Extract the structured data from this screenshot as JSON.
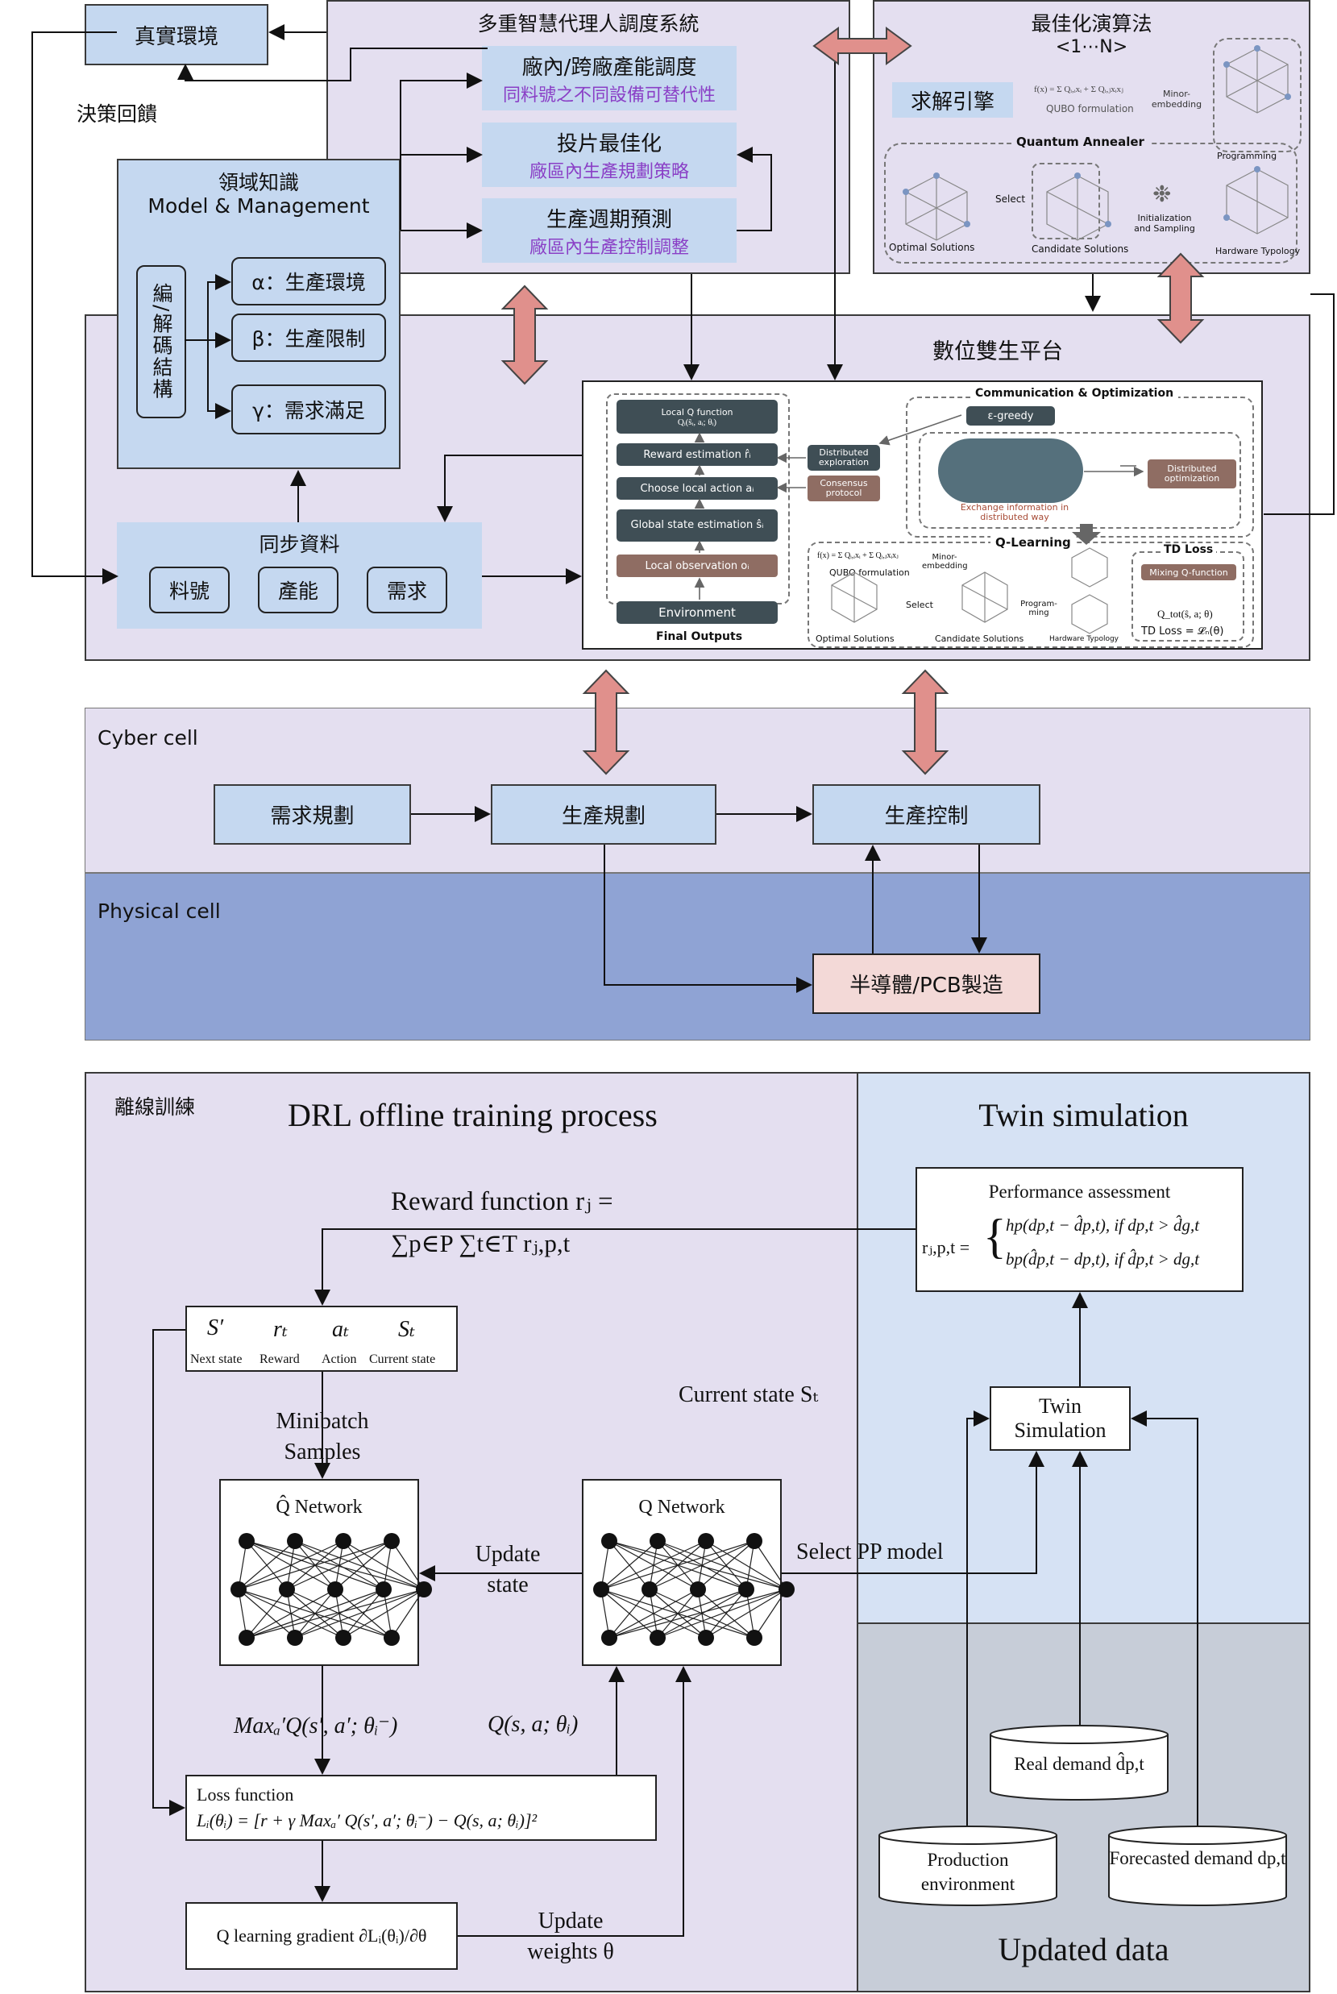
{
  "top": {
    "real_env": "真實環境",
    "feedback": "決策回饋",
    "mas_title": "多重智慧代理人調度系統",
    "mas_items": [
      {
        "title": "廠內/跨廠產能調度",
        "sub": "同料號之不同設備可替代性"
      },
      {
        "title": "投片最佳化",
        "sub": "廠區內生產規劃策略"
      },
      {
        "title": "生產週期預測",
        "sub": "廠區內生產控制調整"
      }
    ],
    "domain_title1": "領域知識",
    "domain_title2": "Model & Management",
    "codec": "編/解碼結構",
    "domain_items": [
      "α：生產環境",
      "β：生產限制",
      "γ：需求滿足"
    ],
    "opt_title": "最佳化演算法",
    "opt_sub": "<1⋯N>",
    "solver": "求解引擎",
    "qubo_formula": "f(x) = Σ Qᵢ,ᵢxᵢ + Σ Qᵢ,ⱼxᵢxⱼ",
    "qubo_label": "QUBO formulation",
    "minor": "Minor-embedding",
    "quantum": "Quantum Annealer",
    "programming": "Programming",
    "optimal": "Optimal Solutions",
    "candidate": "Candidate Solutions",
    "select": "Select",
    "init": "Initialization and Sampling",
    "hardware": "Hardware Typology",
    "twin_platform": "數位雙生平台",
    "sync_title": "同步資料",
    "sync_items": [
      "料號",
      "產能",
      "需求"
    ]
  },
  "inner": {
    "local_q": "Local Q function",
    "local_q_sub": "Qᵢ(ŝᵢ, aᵢ; θᵢ)",
    "reward_est": "Reward estimation r̂ᵢ",
    "choose": "Choose local action aᵢ",
    "global_state": "Global state estimation ŝᵢ",
    "local_obs": "Local observation oᵢ",
    "environment": "Environment",
    "final_outputs": "Final Outputs",
    "dist_explore": "Distributed exploration",
    "consensus": "Consensus protocol",
    "comm_opt": "Communication & Optimization",
    "egreedy": "ε-greedy",
    "exchange": "Exchange information in distributed way",
    "dist_opt": "Distributed optimization",
    "qlearning": "Q-Learning",
    "td_loss": "TD Loss",
    "mixing": "Mixing Q-function",
    "qtot": "Q_tot(ŝ, a; θ)",
    "td_formula": "TD Loss = 𝓛ₙ(θ)",
    "qubo_formula": "f(x) = Σ Qᵢ,ᵢxᵢ + Σ Qᵢ,ⱼxᵢxⱼ",
    "qubo_label": "QUBO formulation",
    "minor": "Minor-embedding",
    "select": "Select",
    "programming": "Program-ming",
    "optimal": "Optimal Solutions",
    "candidate": "Candidate Solutions",
    "hardware": "Hardware Typology"
  },
  "mid": {
    "cyber": "Cyber cell",
    "physical": "Physical cell",
    "demand_plan": "需求規劃",
    "prod_plan": "生產規劃",
    "prod_ctrl": "生產控制",
    "semi": "半導體/PCB製造"
  },
  "bottom": {
    "offline_cn": "離線訓練",
    "drl_title": "DRL offline training process",
    "twin_title": "Twin simulation",
    "reward_fn1": "Reward   function  rⱼ  =",
    "reward_fn2": "∑p∈P ∑t∈T rⱼ,p,t",
    "perf_title": "Performance assessment",
    "perf_lhs": "rⱼ,p,t =",
    "perf_line1": "hp(dp,t − d̂p,t), if dp,t > d̂g,t",
    "perf_line2": "bp(d̂p,t − dp,t), if d̂p,t > dg,t",
    "replay_syms": [
      "S′",
      "rₜ",
      "aₜ",
      "Sₜ"
    ],
    "replay_labels": [
      "Next state",
      "Reward",
      "Action",
      "Current state"
    ],
    "minibatch": "Minibatch Samples",
    "current_state": "Current state Sₜ",
    "twin_sim": "Twin Simulation",
    "qhat_net": "Q̂ Network",
    "q_net": "Q Network",
    "update_state": "Update state",
    "select_pp": "Select PP model",
    "max_expr": "Maxₐ′Q(s′, a′; θᵢ⁻)",
    "q_expr": "Q(s, a; θᵢ)",
    "loss_title": "Loss function",
    "loss_formula": "Lᵢ(θᵢ) = [r + γ Maxₐ′ Q(s′, a′; θᵢ⁻) − Q(s, a; θᵢ)]²",
    "grad": "Q learning gradient ∂Lᵢ(θᵢ)/∂θ",
    "update_weights": "Update weights  θ",
    "real_demand": "Real demand d̂p,t",
    "production_env": "Production environment",
    "forecasted": "Forecasted demand dp,t",
    "updated_data": "Updated data"
  },
  "colors": {
    "lavender": "#e4dff0",
    "light_blue": "#c5d8f0",
    "physical_blue": "#8fa3d4",
    "arrow_pink": "#e0908c",
    "purple_text": "#8a3fc6",
    "update_gray": "#c7cdd8"
  }
}
